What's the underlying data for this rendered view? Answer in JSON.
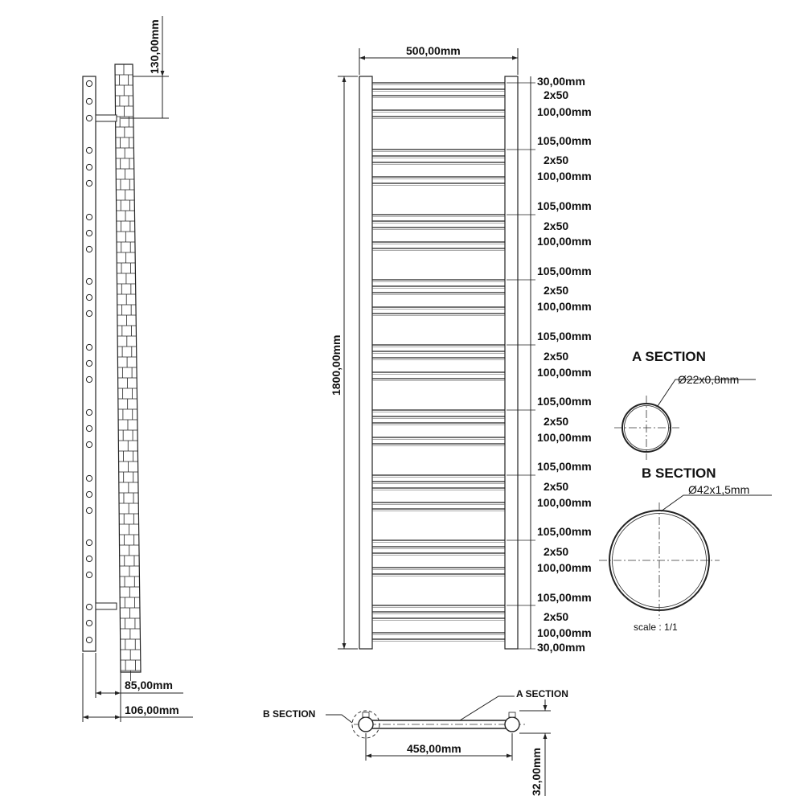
{
  "side_view": {
    "dim_top": "130,00mm",
    "dim_wall_inner": "85,00mm",
    "dim_wall_outer": "106,00mm"
  },
  "front_view": {
    "dim_width": "500,00mm",
    "dim_height": "1800,00mm",
    "spacing_labels": [
      "30,00mm",
      "2x50",
      "100,00mm",
      "105,00mm",
      "2x50",
      "100,00mm",
      "105,00mm",
      "2x50",
      "100,00mm",
      "105,00mm",
      "2x50",
      "100,00mm",
      "105,00mm",
      "2x50",
      "100,00mm",
      "105,00mm",
      "2x50",
      "100,00mm",
      "105,00mm",
      "2x50",
      "100,00mm",
      "105,00mm",
      "2x50",
      "100,00mm",
      "105,00mm",
      "2x50",
      "100,00mm",
      "30,00mm"
    ]
  },
  "sections": {
    "a_title": "A SECTION",
    "a_dim": "Ø22x0,8mm",
    "b_title": "B SECTION",
    "b_dim": "Ø42x1,5mm",
    "scale": "scale : 1/1"
  },
  "top_view": {
    "b_label": "B SECTION",
    "a_label": "A SECTION",
    "dim_span": "458,00mm",
    "dim_depth": "32,00mm"
  }
}
